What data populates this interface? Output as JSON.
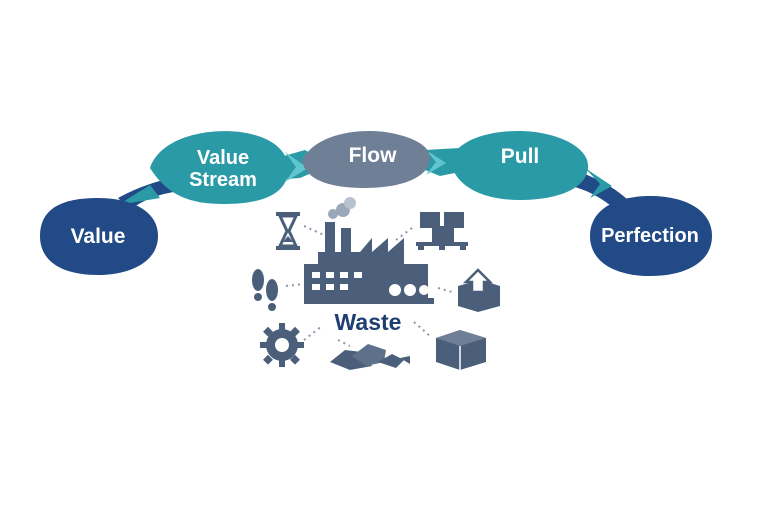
{
  "diagram": {
    "principles": [
      {
        "label": "Value"
      },
      {
        "label_lines": [
          "Value",
          "Stream"
        ]
      },
      {
        "label": "Flow"
      },
      {
        "label": "Pull"
      },
      {
        "label": "Perfection"
      }
    ],
    "center": {
      "label": "Waste"
    },
    "colors": {
      "dark_blue": "#214a86",
      "teal": "#2a9aa6",
      "slate": "#6f7f95",
      "icon_gray": "#4b5f7a",
      "waste_text": "#1f3f73"
    },
    "waste_icons": [
      "hourglass-icon",
      "factory-icon",
      "pallet-boxes-icon",
      "footprints-icon",
      "upload-box-icon",
      "gear-icon",
      "scrap-pile-icon",
      "open-box-icon"
    ]
  }
}
